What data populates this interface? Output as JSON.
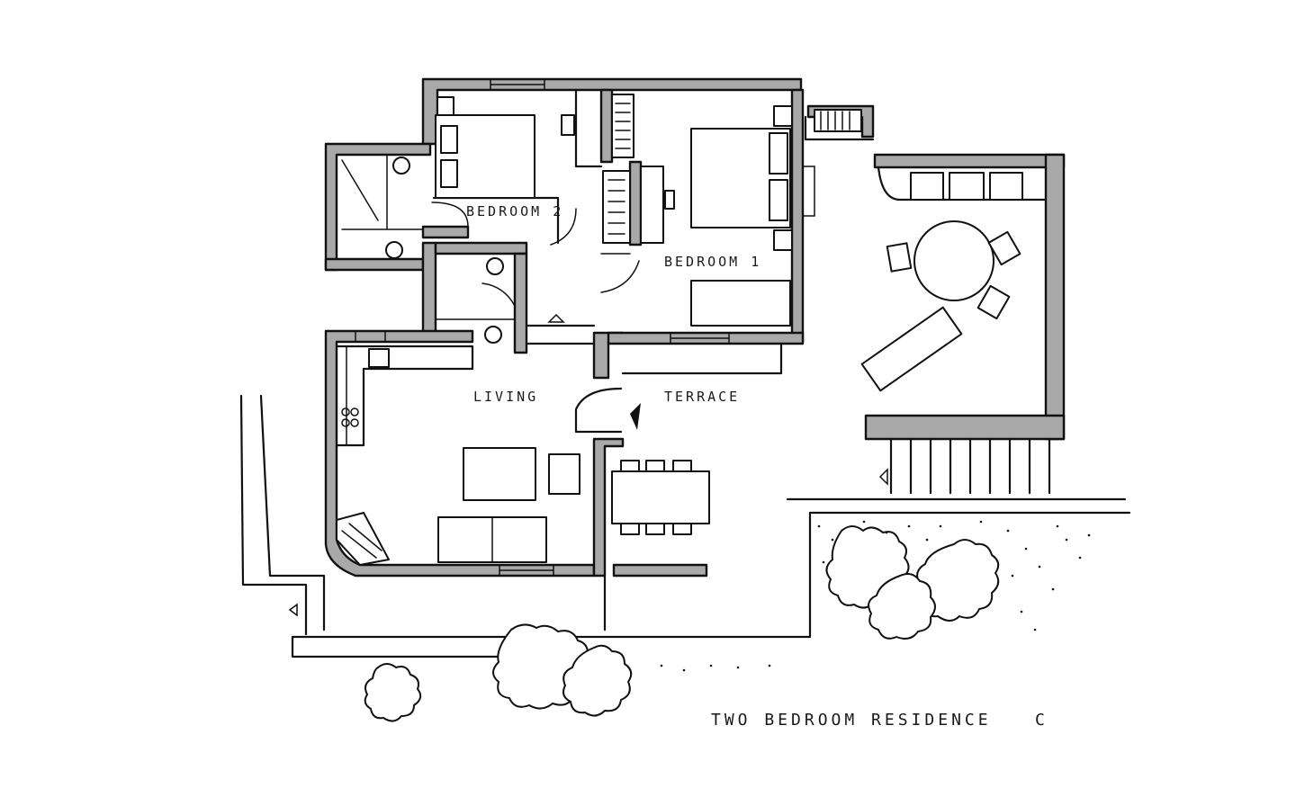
{
  "plan": {
    "title": "TWO BEDROOM RESIDENCE",
    "variant": "C",
    "rooms": {
      "bedroom2": "BEDROOM 2",
      "bedroom1": "BEDROOM 1",
      "living": "LIVING",
      "terrace": "TERRACE"
    }
  },
  "colors": {
    "wall_fill": "#a9a9a9",
    "line": "#111111",
    "background": "#ffffff"
  }
}
